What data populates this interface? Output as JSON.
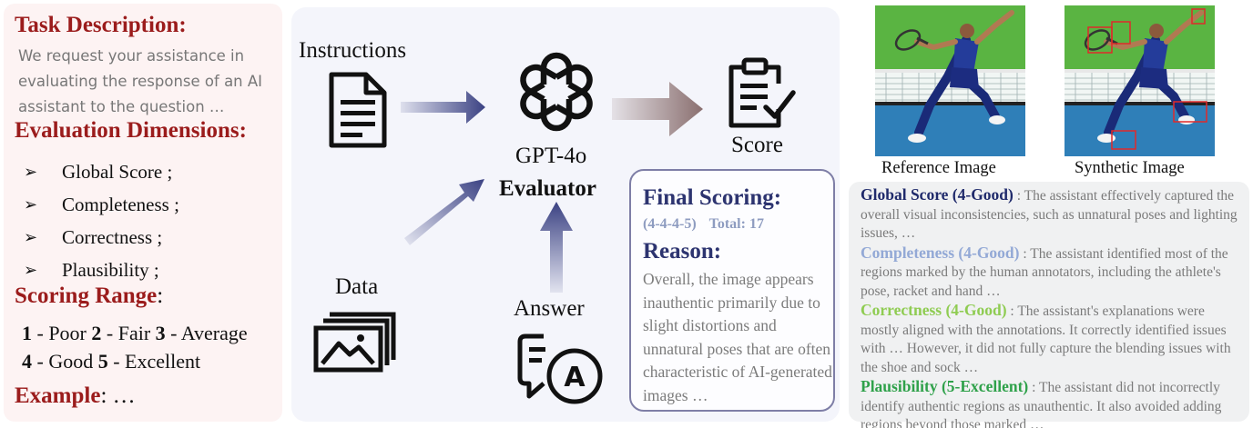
{
  "left": {
    "task_title": "Task Description:",
    "task_text": "We request your assistance in evaluating the response of an AI assistant to the question …",
    "dims_title": "Evaluation Dimensions:",
    "dims": [
      {
        "bullet": "➢",
        "label": "Global Score ;"
      },
      {
        "bullet": "➢",
        "label": "Completeness ;"
      },
      {
        "bullet": "➢",
        "label": "Correctness ;"
      },
      {
        "bullet": "➢",
        "label": "Plausibility ;"
      }
    ],
    "range_title": "Scoring Range",
    "range_colon": ":",
    "range_line1": [
      {
        "n": "1",
        "t": " - Poor "
      },
      {
        "n": "2",
        "t": " - Fair "
      },
      {
        "n": "3",
        "t": " - Average"
      }
    ],
    "range_line2": [
      {
        "n": "4",
        "t": " - Good "
      },
      {
        "n": "5",
        "t": " - Excellent"
      }
    ],
    "example_title": "Example",
    "example_rest": ": …"
  },
  "center": {
    "instructions": "Instructions",
    "data": "Data",
    "model": "GPT-4o",
    "evaluator": "Evaluator",
    "score": "Score",
    "answer": "Answer",
    "answer_letter": "A",
    "final_title": "Final Scoring:",
    "final_scores": "(4-4-4-5)",
    "final_total": "Total: 17",
    "reason_title": "Reason:",
    "reason_text": "Overall, the image appears inauthentic primarily due to slight distortions and unnatural poses that are often characteristic of AI-generated images …"
  },
  "right": {
    "ref_caption": "Reference Image",
    "syn_caption": "Synthetic Image",
    "dims": [
      {
        "name": "Global Score (4-Good)",
        "color": "#1f2a6b",
        "text": " : The assistant effectively captured the overall visual inconsistencies, such as unnatural poses and lighting issues, …"
      },
      {
        "name": "Completeness (4-Good)",
        "color": "#93a9d6",
        "text": " : The assistant identified most of the regions marked by the human annotators, including the athlete's pose, racket and hand …"
      },
      {
        "name": "Correctness (4-Good)",
        "color": "#8fcc52",
        "text": " : The assistant's explanations were mostly aligned with the annotations. It correctly identified issues with … However, it did not fully capture the blending issues with the shoe and sock …"
      },
      {
        "name": "Plausibility (5-Excellent)",
        "color": "#2fa14a",
        "text": " : The assistant did not incorrectly identify authentic regions as unauthentic. It also avoided adding regions beyond those marked …"
      }
    ]
  },
  "colors": {
    "heading_red": "#9b1c1c",
    "navy": "#2d3470",
    "arrow": "#3b4283",
    "score_arrow": "#8a6f6f"
  }
}
